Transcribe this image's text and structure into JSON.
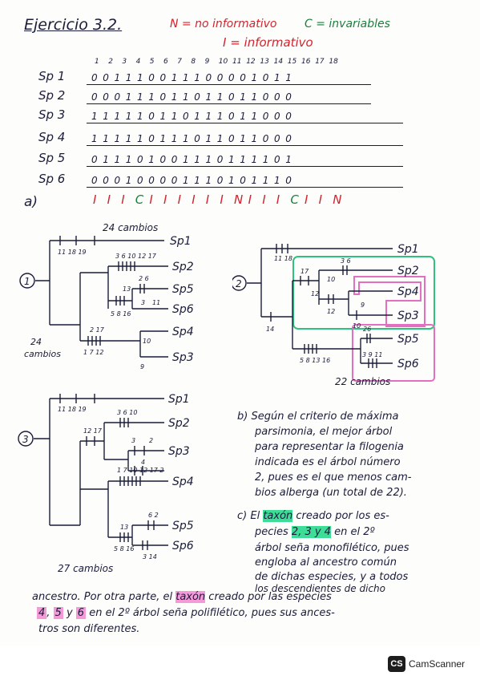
{
  "title": "Ejercicio 3.2.",
  "legend": {
    "n": "N = no informativo",
    "c": "C = invariables",
    "i": "I = informativo"
  },
  "colors": {
    "ink": "#1a1c3a",
    "red": "#d4232d",
    "green": "#1a7f3c",
    "green_box": "#2ec27e",
    "pink_box": "#e36fc2",
    "highlight_green": "#3ddc97",
    "highlight_pink": "#f49ad8"
  },
  "matrix": {
    "columns": [
      "1",
      "2",
      "3",
      "4",
      "5",
      "6",
      "7",
      "8",
      "9",
      "10",
      "11",
      "12",
      "13",
      "14",
      "15",
      "16",
      "17",
      "18"
    ],
    "rows": [
      {
        "label": "Sp 1",
        "seq": "0 0 1 1 1 0 0 1 1 1 0 0 0 0 1 0 1 1"
      },
      {
        "label": "Sp 2",
        "seq": "0 0 0 1 1 1 0 1 1 0 1 1 0 1 1 0 0 0"
      },
      {
        "label": "Sp 3",
        "seq": "1 1 1 1 1 0 1 1 0 1 1 1 0 1 1 0 0 0"
      },
      {
        "label": "Sp 4",
        "seq": "1 1 1 1 1 0 1 1 1 0 1 1 0 1 1 0 0 0"
      },
      {
        "label": "Sp 5",
        "seq": "0 1 1 1 0 1 0 0 1 1 1 0 1 1 1 1 0 1"
      },
      {
        "label": "Sp 6",
        "seq": "0 0 0 1 0 0 0 0 1 1 1 0 1 0 1 1 1 0"
      }
    ],
    "a_label": "a)",
    "codes": [
      "I",
      "I",
      "I",
      "C",
      "I",
      "I",
      "I",
      "I",
      "I",
      "I",
      "N",
      "I",
      "I",
      "I",
      "C",
      "I",
      "I",
      "N"
    ]
  },
  "trees": {
    "t1": {
      "number": "1",
      "top": "24 cambios",
      "side": [
        "24",
        "cambios"
      ],
      "species": [
        "Sp1",
        "Sp2",
        "Sp5",
        "Sp6",
        "Sp4",
        "Sp3"
      ],
      "marks": {
        "root": "11 18 19",
        "a": "3 6 10 12 17",
        "b": "2 6",
        "c": "13",
        "d": "5 8 16",
        "e": "3",
        "f": "11",
        "g": "2  17",
        "h": "1 7 12",
        "i": "10",
        "j": "9"
      }
    },
    "t2": {
      "number": "2",
      "bottom": "22 cambios",
      "species": [
        "Sp1",
        "Sp2",
        "Sp4",
        "Sp3",
        "Sp5",
        "Sp6"
      ],
      "marks": {
        "root": "11 18",
        "a": "3 6",
        "b": "17",
        "c": "10",
        "d": "12",
        "e": "12",
        "f": "10",
        "g": "9",
        "h": "14",
        "i": "26",
        "j": "5 8 13 16",
        "k": "3 9 11"
      }
    },
    "t3": {
      "number": "3",
      "bottom": "27 cambios",
      "species": [
        "Sp1",
        "Sp2",
        "Sp3",
        "Sp4",
        "Sp5",
        "Sp6"
      ],
      "marks": {
        "root": "11 18 19",
        "a": "3 6 10",
        "b": "12 17",
        "c": "3",
        "d": "2",
        "e": "1",
        "f": "4",
        "g": "1 7 10 12 17 2",
        "h": "6 2",
        "i": "13",
        "j": "5 8 16",
        "k": "3 14"
      }
    }
  },
  "text_b": [
    "b) Según el criterio de máxima",
    "parsimonia, el mejor árbol",
    "para representar la filogenia",
    "indicada es el árbol número",
    "2, pues es el que menos cam-",
    "bios alberga (un total de 22)."
  ],
  "text_c": {
    "l1a": "c) El ",
    "taxon1": "taxón",
    "l1b": " creado por los es-",
    "l2a": "pecies ",
    "group1": "2, 3 y 4",
    "l2b": " en el 2º",
    "l3": "árbol seña monofilético, pues",
    "l4": "engloba al ancestro común",
    "l5": "de dichas especies, y a todos",
    "l6": "los descendientes de dicho",
    "l7a": "ancestro. Por otra parte, el ",
    "taxon2": "taxón",
    "l7b": " creado por las especies",
    "group2a": "4",
    "group2b": "5",
    "l8mid": " y ",
    "group2c": "6",
    "l8b": " en el 2º árbol seña polifilético, pues sus ances-",
    "l9": "tros son diferentes."
  },
  "footer": {
    "badge": "CS",
    "brand": "CamScanner"
  }
}
